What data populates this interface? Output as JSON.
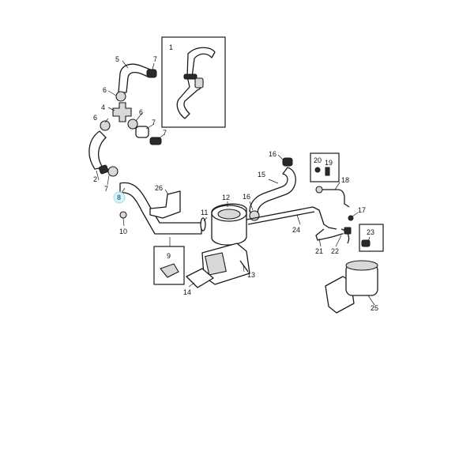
{
  "diagram": {
    "highlight_color": "#dff3f7",
    "highlighted_callout": "8",
    "callouts": {
      "c1": "1",
      "c2": "2",
      "c4": "4",
      "c5": "5",
      "c6a": "6",
      "c6b": "6",
      "c6c": "6",
      "c7a": "7",
      "c7b": "7",
      "c7c": "7",
      "c7d": "7",
      "c8": "8",
      "c9": "9",
      "c10": "10",
      "c11": "11",
      "c12": "12",
      "c13": "13",
      "c14": "14",
      "c15": "15",
      "c16a": "16",
      "c16b": "16",
      "c17": "17",
      "c18": "18",
      "c19": "19",
      "c20": "20",
      "c21": "21",
      "c22": "22",
      "c23": "23",
      "c24": "24",
      "c25": "25",
      "c26": "26"
    }
  }
}
